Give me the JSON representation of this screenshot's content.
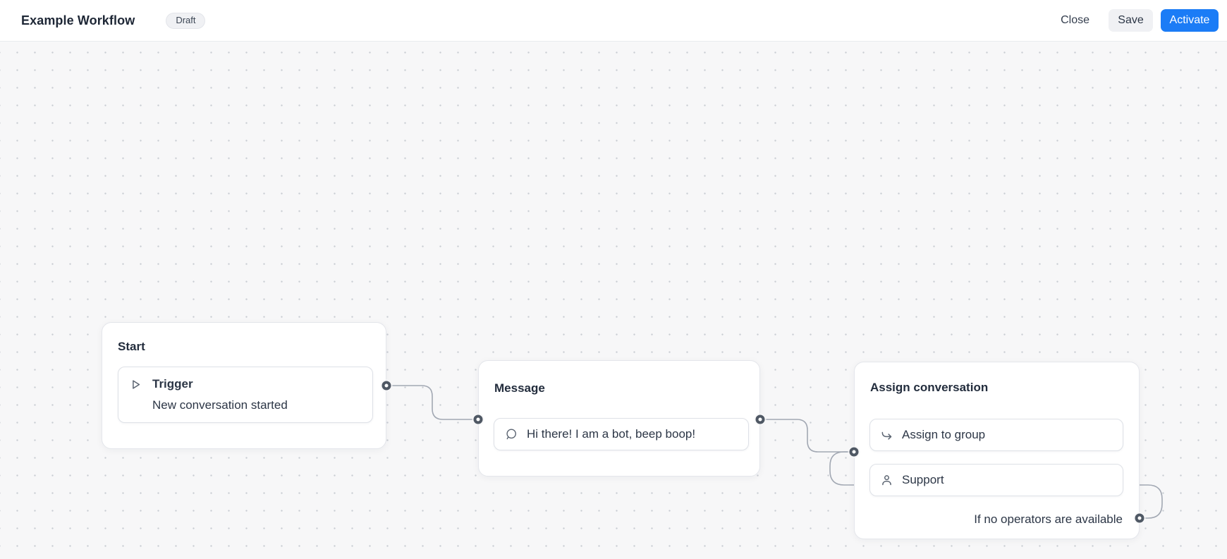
{
  "header": {
    "title": "Example Workflow",
    "status_badge": "Draft",
    "actions": {
      "close": "Close",
      "save": "Save",
      "activate": "Activate"
    }
  },
  "colors": {
    "accent_blue": "#1b7cf6",
    "canvas_background": "#f7f7f8",
    "edge_gray": "#a2a8b3",
    "handle_ring": "#4f5864",
    "text_dark": "#232d3d"
  },
  "workflow": {
    "nodes": {
      "start": {
        "title": "Start",
        "card": {
          "icon": "play-icon",
          "title": "Trigger",
          "subtitle": "New conversation started"
        }
      },
      "message": {
        "title": "Message",
        "card": {
          "icon": "chat-bubble-icon",
          "label": "Hi there! I am a bot, beep boop!"
        }
      },
      "assign": {
        "title": "Assign conversation",
        "cards": [
          {
            "icon": "assign-arrow-icon",
            "label": "Assign to group"
          },
          {
            "icon": "user-icon",
            "label": "Support"
          }
        ],
        "fallback_label": "If no operators are available"
      }
    }
  }
}
